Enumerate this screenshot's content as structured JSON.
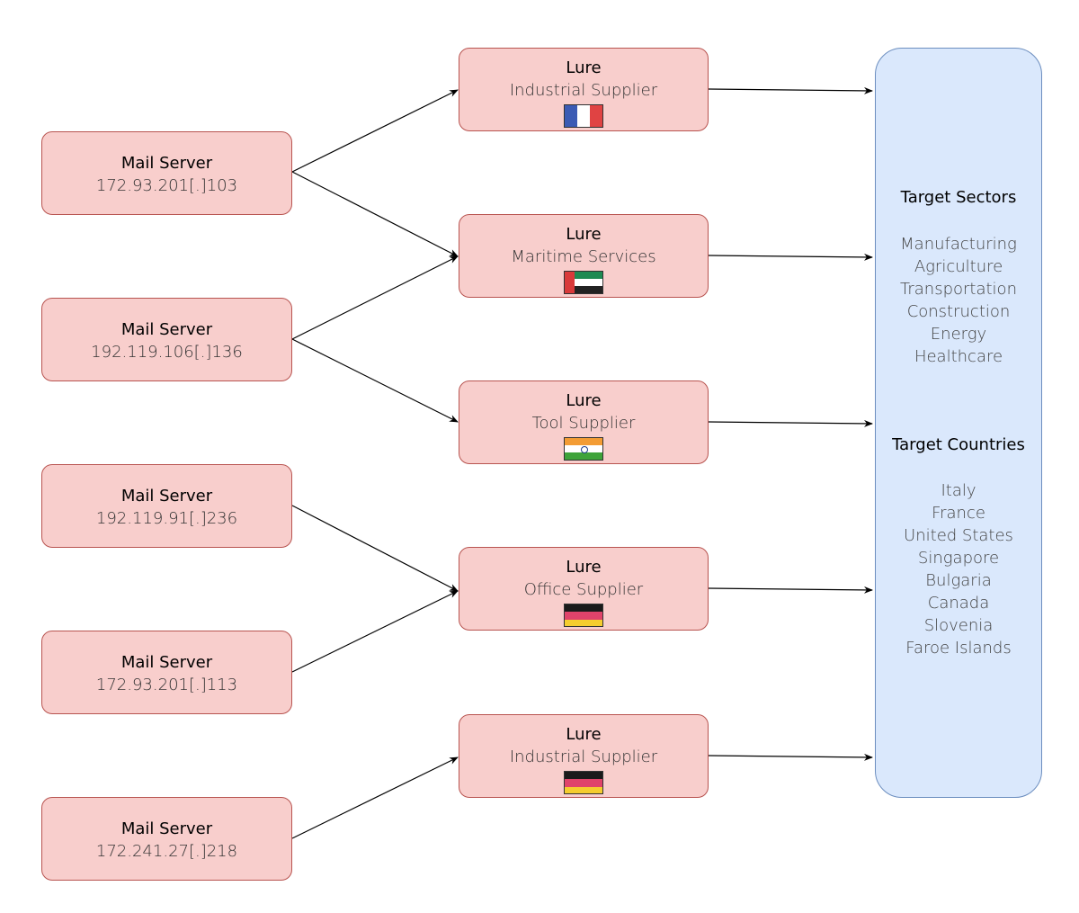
{
  "servers": [
    {
      "title": "Mail Server",
      "ip": "172.93.201[.]103"
    },
    {
      "title": "Mail Server",
      "ip": "192.119.106[.]136"
    },
    {
      "title": "Mail Server",
      "ip": "192.119.91[.]236"
    },
    {
      "title": "Mail Server",
      "ip": "172.93.201[.]113"
    },
    {
      "title": "Mail Server",
      "ip": "172.241.27[.]218"
    }
  ],
  "lures": [
    {
      "title": "Lure",
      "subtitle": "Industrial Supplier",
      "flag": "france-flag-icon"
    },
    {
      "title": "Lure",
      "subtitle": "Maritime Services",
      "flag": "uae-flag-icon"
    },
    {
      "title": "Lure",
      "subtitle": "Tool Supplier",
      "flag": "india-flag-icon"
    },
    {
      "title": "Lure",
      "subtitle": "Office Supplier",
      "flag": "germany-flag-icon"
    },
    {
      "title": "Lure",
      "subtitle": "Industrial Supplier",
      "flag": "germany-flag-icon"
    }
  ],
  "targets": {
    "sectors_title": "Target Sectors",
    "sectors": [
      "Manufacturing",
      "Agriculture",
      "Transportation",
      "Construction",
      "Energy",
      "Healthcare"
    ],
    "countries_title": "Target Countries",
    "countries": [
      "Italy",
      "France",
      "United States",
      "Singapore",
      "Bulgaria",
      "Canada",
      "Slovenia",
      "Faroe Islands"
    ]
  },
  "colors": {
    "node_fill": "#f8cecc",
    "node_border": "#b85450",
    "target_fill": "#dae8fc",
    "target_border": "#6c8ebf"
  }
}
